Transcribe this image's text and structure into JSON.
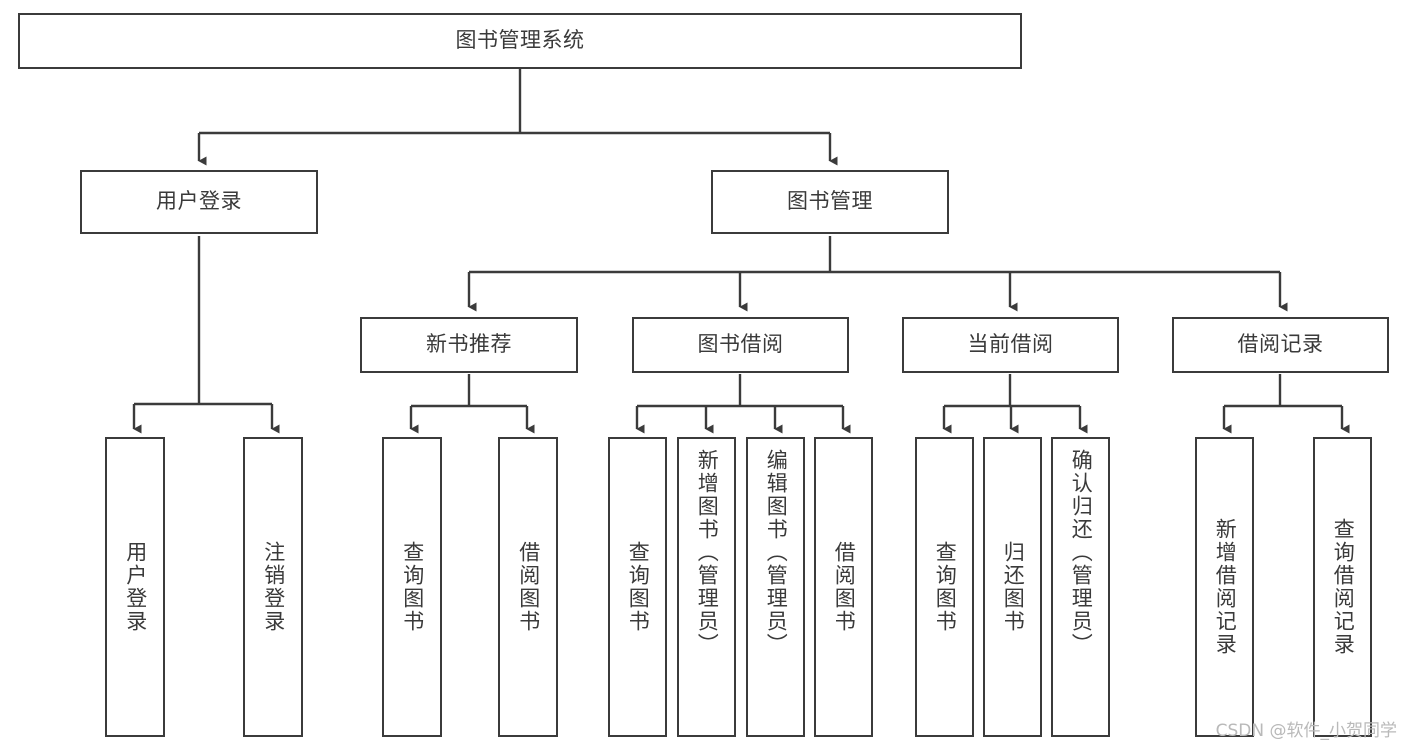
{
  "diagram": {
    "title": "图书管理系统",
    "type": "tree-hierarchy",
    "root": {
      "label": "图书管理系统"
    },
    "level2": [
      {
        "label": "用户登录"
      },
      {
        "label": "图书管理"
      }
    ],
    "level3": [
      {
        "label": "新书推荐"
      },
      {
        "label": "图书借阅"
      },
      {
        "label": "当前借阅"
      },
      {
        "label": "借阅记录"
      }
    ],
    "leaves": {
      "user_login": [
        {
          "label": "用户登录"
        },
        {
          "label": "注销登录"
        }
      ],
      "new_book_recommend": [
        {
          "label": "查询图书"
        },
        {
          "label": "借阅图书"
        }
      ],
      "book_borrow": [
        {
          "label": "查询图书"
        },
        {
          "label": "新增图书（管理员）"
        },
        {
          "label": "编辑图书（管理员）"
        },
        {
          "label": "借阅图书"
        }
      ],
      "current_borrow": [
        {
          "label": "查询图书"
        },
        {
          "label": "归还图书"
        },
        {
          "label": "确认归还（管理员）"
        }
      ],
      "borrow_record": [
        {
          "label": "新增借阅记录"
        },
        {
          "label": "查询借阅记录"
        }
      ]
    }
  },
  "watermark": {
    "text": "CSDN @软件_小贺同学"
  },
  "colors": {
    "border": "#3b3b3b",
    "text": "#3a3a3a",
    "background": "#ffffff",
    "watermark": "#b9b9b9"
  }
}
